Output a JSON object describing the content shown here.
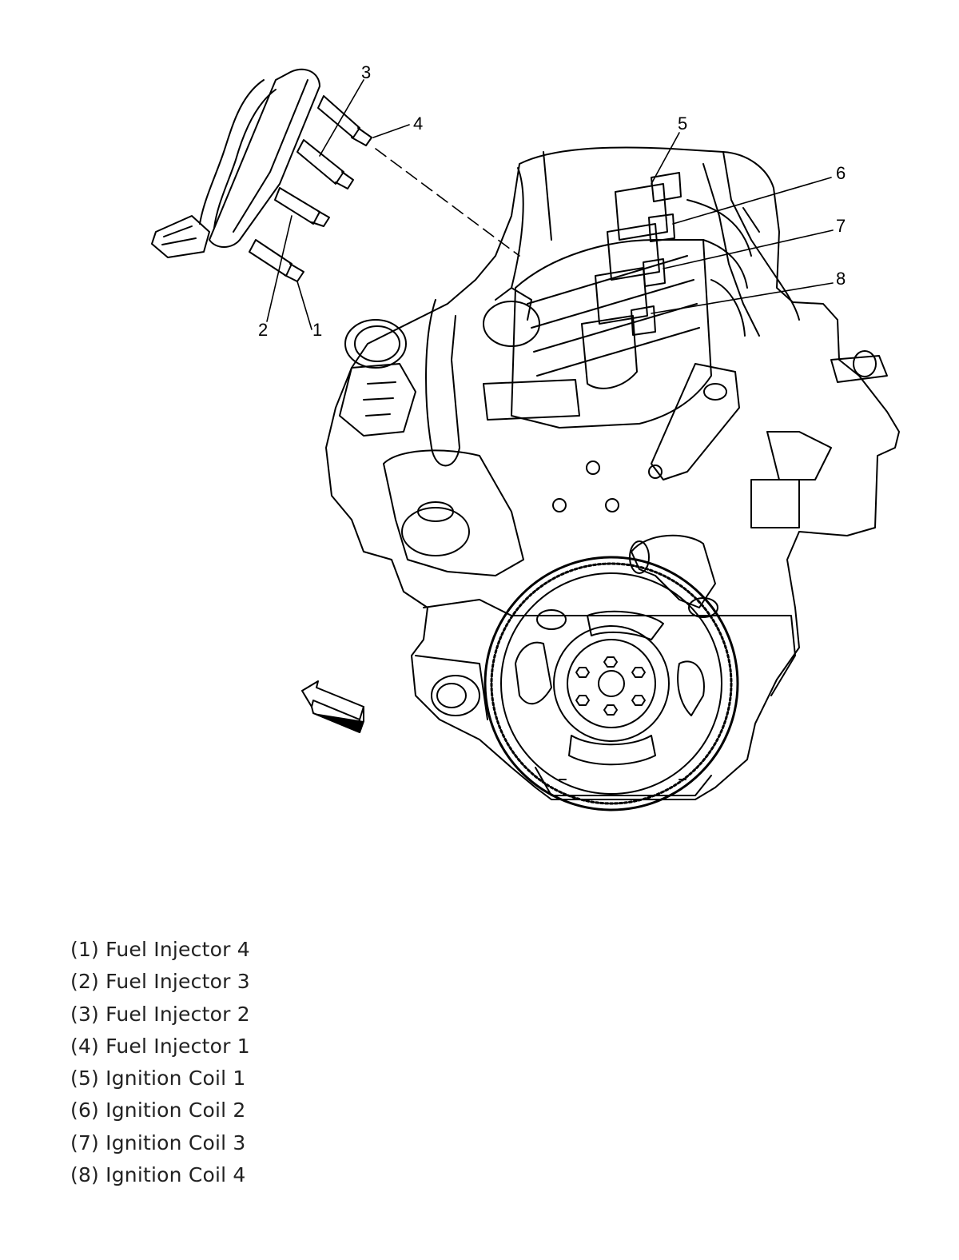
{
  "callouts": [
    "1",
    "2",
    "3",
    "4",
    "5",
    "6",
    "7",
    "8"
  ],
  "legend": [
    "(1) Fuel Injector 4",
    "(2) Fuel Injector 3",
    "(3) Fuel Injector 2",
    "(4) Fuel Injector 1",
    "(5) Ignition Coil 1",
    "(6) Ignition Coil 2",
    "(7) Ignition Coil 3",
    "(8) Ignition Coil 4"
  ],
  "icons": {
    "direction_arrow": "front-direction-arrow-icon"
  },
  "colors": {
    "line": "#000000",
    "background": "#ffffff"
  }
}
